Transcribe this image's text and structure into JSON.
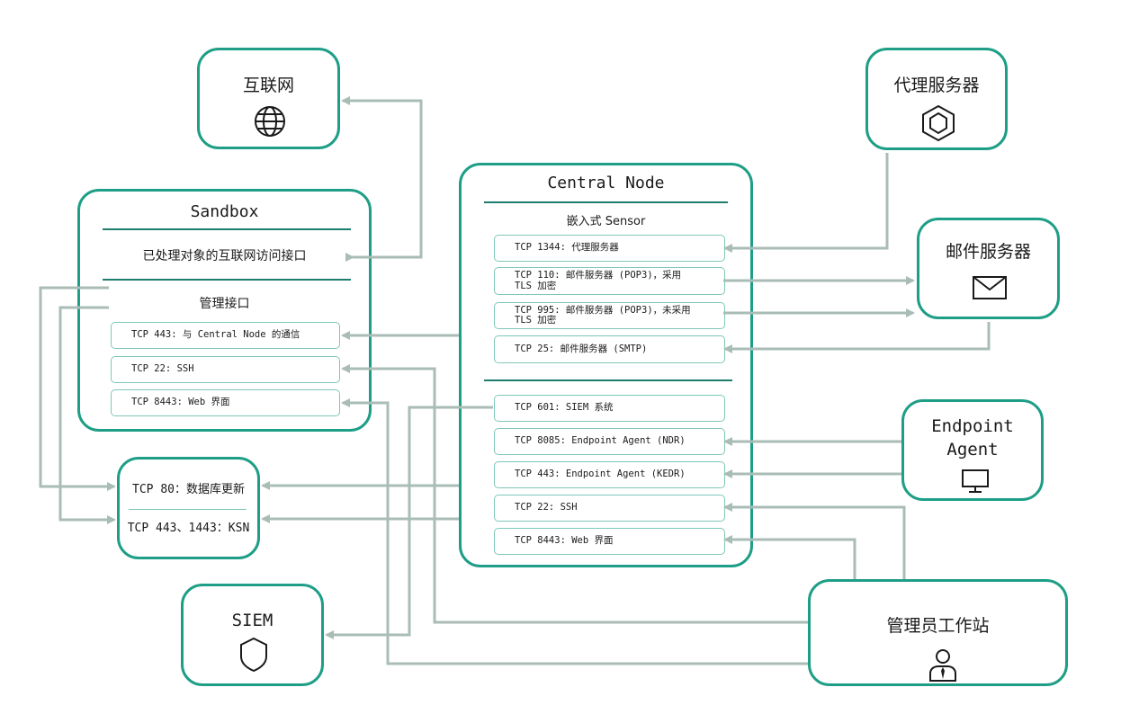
{
  "internet": {
    "title": "互联网"
  },
  "proxy": {
    "title": "代理服务器"
  },
  "mail": {
    "title": "邮件服务器"
  },
  "endpoint": {
    "title_line1": "Endpoint",
    "title_line2": "Agent"
  },
  "siem": {
    "title": "SIEM"
  },
  "admin": {
    "title": "管理员工作站"
  },
  "sandbox": {
    "title": "Sandbox",
    "internet_iface": "已处理对象的互联网访问接口",
    "mgmt_title": "管理接口",
    "ports": [
      "TCP 443: 与 Central Node 的通信",
      "TCP 22: SSH",
      "TCP 8443: Web 界面"
    ]
  },
  "update": {
    "db": "TCP 80：数据库更新",
    "ksn": "TCP 443、1443：KSN"
  },
  "central": {
    "title": "Central Node",
    "sensor_title": "嵌入式 Sensor",
    "sensor_ports": [
      {
        "line1": "TCP 1344: 代理服务器",
        "line2": ""
      },
      {
        "line1": "TCP 110: 邮件服务器 (POP3)，采用",
        "line2": "TLS 加密"
      },
      {
        "line1": "TCP 995: 邮件服务器 (POP3)，未采用",
        "line2": "TLS 加密"
      },
      {
        "line1": "TCP 25: 邮件服务器 (SMTP)",
        "line2": ""
      }
    ],
    "ports": [
      "TCP 601: SIEM 系统",
      "TCP 8085: Endpoint Agent (NDR)",
      "TCP 443: Endpoint Agent (KEDR)",
      "TCP 22: SSH",
      "TCP 8443: Web 界面"
    ]
  },
  "icons": [
    "globe-icon",
    "hexagon-icon",
    "envelope-icon",
    "monitor-icon",
    "shield-icon",
    "user-icon"
  ],
  "colors": {
    "accent": "#1e9e86",
    "arrow": "#a9bdb6"
  }
}
